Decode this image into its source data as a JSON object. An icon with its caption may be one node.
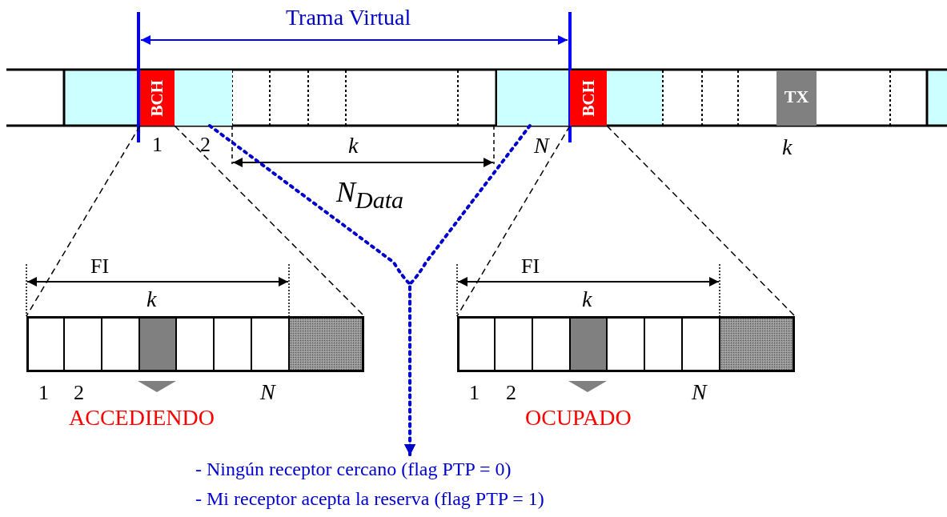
{
  "diagram": {
    "nodes": [
      {
        "text": [
          "BCH"
        ]
      },
      {
        "text": [
          "BCH"
        ]
      },
      {
        "text": [
          "TX"
        ]
      },
      {
        "text": [],
        "shape": "box"
      },
      {
        "text": [],
        "shape": "box"
      },
      {
        "text": [
          "- Ningún receptor cercano (flag PTP = 0)",
          "- Mi receptor acepta la reserva (flag PTP = 1)"
        ]
      },
      {
        "text": [],
        "shape": "box"
      },
      {
        "text": [],
        "shape": "box"
      }
    ],
    "edges": [
      {
        "from": 0,
        "to": 6,
        "arrow": "none",
        "style": "dashed"
      },
      {
        "from": 0,
        "to": 6,
        "arrow": "none",
        "style": "dashed"
      },
      {
        "from": 1,
        "to": 7,
        "arrow": "none",
        "style": "dashed"
      },
      {
        "from": 1,
        "to": 7,
        "arrow": "none",
        "style": "dashed"
      },
      {
        "from": 3,
        "to": 5,
        "arrow": "to",
        "style": "dashed",
        "color": "#0000cc"
      },
      {
        "from": 4,
        "to": 5,
        "arrow": "to",
        "style": "dashed",
        "color": "#0000cc"
      }
    ],
    "labels": [
      "Trama Virtual",
      "1",
      "2",
      "k",
      "N",
      "N$_{Data}$",
      "k",
      "FI",
      "k",
      "1",
      "2",
      "N",
      "ACCEDIENDO",
      "FI",
      "k",
      "1",
      "2",
      "N",
      "OCUPADO"
    ]
  }
}
